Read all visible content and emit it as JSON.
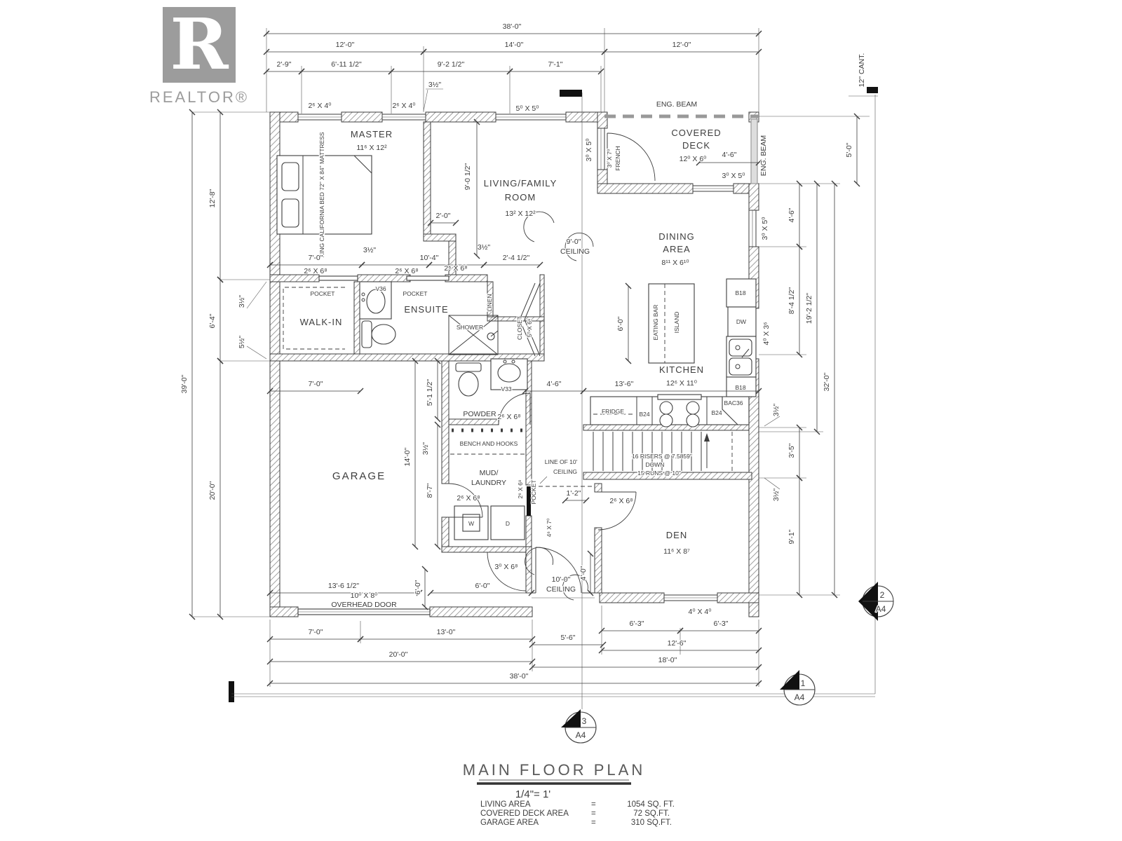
{
  "logo": {
    "letter": "R",
    "brand": "REALTOR®"
  },
  "title_block": {
    "title": "MAIN FLOOR PLAN",
    "scale": "1/4\"= 1'",
    "areas": [
      {
        "label": "LIVING AREA",
        "eq": "=",
        "value": "1054 SQ. FT."
      },
      {
        "label": "COVERED DECK AREA",
        "eq": "=",
        "value": "72 SQ.FT."
      },
      {
        "label": "GARAGE AREA",
        "eq": "=",
        "value": "310 SQ.FT."
      }
    ]
  },
  "markers": {
    "m1": {
      "num": "1",
      "sheet": "A4"
    },
    "m2": {
      "num": "2",
      "sheet": "A4"
    },
    "m3": {
      "num": "3",
      "sheet": "A4"
    }
  },
  "rooms": {
    "master": {
      "name": "MASTER",
      "size": "11⁶ X 12²"
    },
    "living": {
      "l1": "LIVING/FAMILY",
      "l2": "ROOM",
      "size": "13² X 12²"
    },
    "deck": {
      "l1": "COVERED",
      "l2": "DECK",
      "size": "12⁰ X  6⁰"
    },
    "dining": {
      "l1": "DINING",
      "l2": "AREA",
      "size": "8¹¹ X  6¹⁰"
    },
    "kitchen": {
      "name": "KITCHEN",
      "size": "12⁶ X 11⁰"
    },
    "den": {
      "name": "DEN",
      "size": "11⁶ X  8⁷"
    },
    "garage": {
      "name": "GARAGE"
    },
    "walkin": {
      "name": "WALK-IN"
    },
    "ensuite": {
      "name": "ENSUITE"
    },
    "linen": {
      "name": "LINEN"
    },
    "shower": {
      "name": "SHOWER"
    },
    "closet": {
      "name": "CLOSET",
      "size": "5⁰ X 6⁸"
    },
    "powder": {
      "name": "POWDER"
    },
    "mud": {
      "l1": "MUD/",
      "l2": "LAUNDRY"
    }
  },
  "fixtures": {
    "island": "ISLAND",
    "eating_bar": "EATING BAR",
    "fridge": "FRIDGE",
    "b24a": "B24",
    "b24b": "B24",
    "bac36": "BAC36",
    "b18a": "B18",
    "b18b": "B18",
    "dw": "DW",
    "v36": "V36",
    "v33": "V33",
    "washer": "W",
    "dryer": "D",
    "bench": "BENCH AND HOOKS",
    "bed": "KING CALIFORNIA BED 72\" X 84\" MATTRESS"
  },
  "stairs": {
    "risers": "16 RISERS @ 7.5859\"",
    "down": "DOWN",
    "runs": "15 RUNS @ 10\""
  },
  "openings": {
    "w2640a": "2⁶ X 4⁰",
    "w2640b": "2⁶ X 4⁰",
    "w5050": "5⁰ X 5⁰",
    "w3050_deck_west": "3⁰ X 5⁰",
    "french_size": "3⁰ X 7⁰",
    "french": "FRENCH",
    "w3050_deck_south": "3⁰ X 5⁰",
    "w3050_right": "3⁰ X 5⁰",
    "w4036": "4⁰ X 3⁶",
    "w4040": "4⁰ X 4⁰",
    "d2668_a": "2⁶ X 6⁸",
    "d2668_b": "2⁶ X 6⁸",
    "d2668_c": "2⁶ X 6⁸",
    "d2668_powder": "2⁶ X 6⁸",
    "d2668_mud": "2⁶ X 6⁸",
    "d2668_den": "2⁶ X 6⁸",
    "d2668_pocket": "2⁶ X 6⁸",
    "d4670": "4⁶ X 7⁰",
    "d3068": "3⁰ X 6⁸",
    "overhead_size": "10⁰ X 8⁰",
    "overhead": "OVERHEAD DOOR",
    "pocket_a": "POCKET",
    "pocket_b": "POCKET",
    "pocket_c": "POCKET",
    "eng_beam_top": "ENG. BEAM",
    "eng_beam_right": "ENG. BEAM"
  },
  "notes": {
    "ceil9": "9'-0\"",
    "ceil9b": "CEILING",
    "ceil10": "10'-0\"",
    "ceil10b": "CEILING",
    "line10_1": "LINE OF 10'",
    "line10_2": "CEILING",
    "cant": "12\" CANT."
  },
  "dims": {
    "top": {
      "total": "38'-0\"",
      "a": "12'-0\"",
      "b": "14'-0\"",
      "c": "12'-0\"",
      "s1": "2'-9\"",
      "s2": "6'-11 1/2\"",
      "s3": "9'-2 1/2\"",
      "s4": "7'-1\"",
      "t35": "3½\""
    },
    "left": {
      "total": "39'-0\"",
      "a": "12'-8\"",
      "b": "6'-4\"",
      "c": "20'-0\"",
      "w35": "3½\"",
      "w55": "5½\""
    },
    "right": {
      "r50": "5'-0\"",
      "r46": "4'-6\"",
      "r845": "8'-4 1/2\"",
      "r1925": "19'-2 1/2\"",
      "r320": "32'-0\"",
      "r35a": "3½\"",
      "r35b": "3½\"",
      "r35": "3'-5\"",
      "r91": "9'-1\""
    },
    "bottom": {
      "b70": "7'-0\"",
      "b130": "13'-0\"",
      "b56": "5'-6\"",
      "b63a": "6'-3\"",
      "b63b": "6'-3\"",
      "b126": "12'-6\"",
      "b200": "20'-0\"",
      "b180": "18'-0\"",
      "b380": "38'-0\""
    },
    "inner": {
      "h70": "7'-0\"",
      "h35a": "3½\"",
      "h104": "10'-4\"",
      "h35b": "3½\"",
      "h245": "2'-4 1/2\"",
      "v9005": "9'-0 1/2\"",
      "n20": "2'-0\"",
      "g70": "7'-0\"",
      "v5115": "5'-1 1/2\"",
      "v140": "14'-0\"",
      "m35": "3½\"",
      "v87": "8'-7\"",
      "k46": "4'-6\"",
      "k136": "13'-6\"",
      "i60": "6'-0\"",
      "deck46": "4'-6\"",
      "d12": "1'-2\"",
      "e40": "4'-0\"",
      "g13612": "13'-6 1/2\"",
      "g60v": "6'-0\"",
      "g60h": "6'-0\""
    }
  }
}
